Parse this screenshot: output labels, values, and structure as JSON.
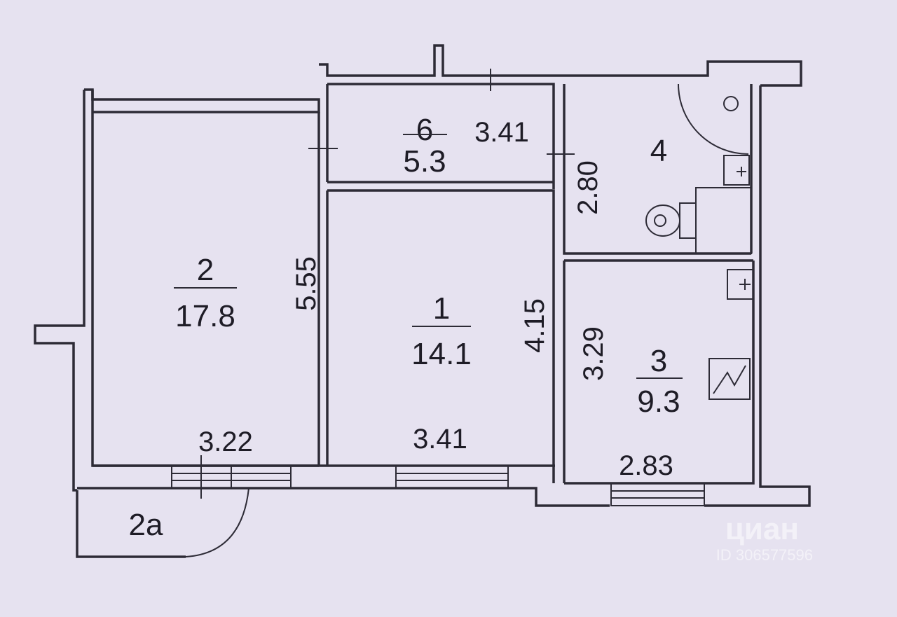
{
  "rooms": {
    "r1": {
      "number": "1",
      "area": "14.1"
    },
    "r2": {
      "number": "2",
      "area": "17.8"
    },
    "r2a": {
      "label": "2a"
    },
    "r3": {
      "number": "3",
      "area": "9.3"
    },
    "r4": {
      "number": "4"
    },
    "r6": {
      "number": "6",
      "area": "5.3"
    }
  },
  "dimensions": {
    "r6_width": "3.41",
    "r4_height": "2.80",
    "r2_height": "5.55",
    "r2_width": "3.22",
    "r1_height": "4.15",
    "r1_width": "3.41",
    "r3_height": "3.29",
    "r3_width": "2.83"
  },
  "watermark": {
    "brand": "циан",
    "id": "ID 306577596"
  },
  "colors": {
    "paper": "#e6e2f0",
    "ink": "#2d2b36"
  }
}
